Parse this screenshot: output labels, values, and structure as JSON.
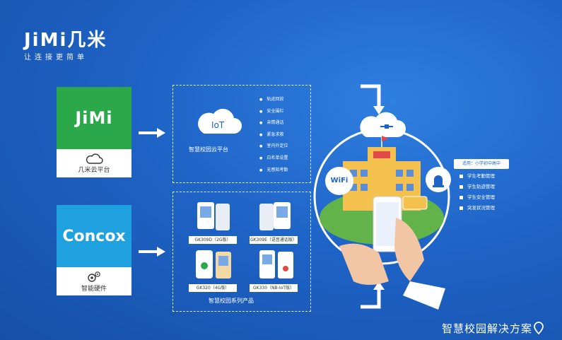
{
  "brand": {
    "logo": "JiMi几米",
    "slogan": "让连接更简单"
  },
  "cards": {
    "jimi": {
      "logo": "JiMi",
      "label": "几米云平台",
      "icon": "cloud-icon"
    },
    "concox": {
      "logo": "Concox",
      "label": "智能硬件",
      "icon": "gear-icon"
    }
  },
  "platform": {
    "cloud_label": "IoT",
    "title": "智慧校园云平台",
    "features": [
      "轨迹回放",
      "安全围栏",
      "亲情通话",
      "紧急求救",
      "室内外定位",
      "白名单设置",
      "无感知考勤"
    ]
  },
  "products": {
    "title": "智慧校园系列产品",
    "items": [
      {
        "label": "GK309D（2G版）"
      },
      {
        "label": "GK309E（语音通话版）"
      },
      {
        "label": "GK320（4G版）"
      },
      {
        "label": "GK330（NB-IoT版）"
      }
    ]
  },
  "scene": {
    "wifi_label": "WiFi",
    "usage_title": "适用：小学初中高中",
    "usage_items": [
      "学生考勤管理",
      "学生轨迹管理",
      "学生安全管理",
      "突发状况管理"
    ]
  },
  "footer": {
    "title": "智慧校园解决方案"
  },
  "colors": {
    "background": "#1e63c6",
    "jimi_green": "#2aa84a",
    "concox_blue": "#1fa1e0"
  }
}
